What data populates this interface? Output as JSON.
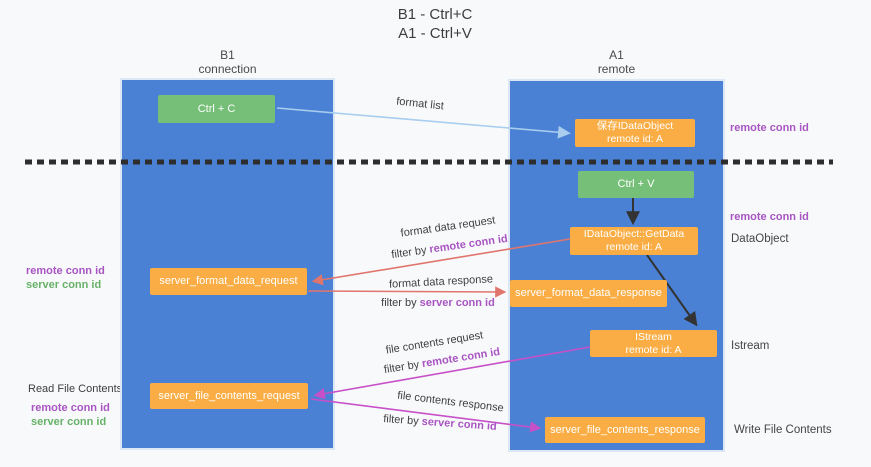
{
  "title": {
    "line1": "B1 - Ctrl+C",
    "line2": "A1 - Ctrl+V"
  },
  "columns": {
    "left": {
      "header_line1": "B1",
      "header_line2": "connection"
    },
    "right": {
      "header_line1": "A1",
      "header_line2": "remote"
    }
  },
  "boxes": {
    "ctrl_c": "Ctrl + C",
    "ctrl_v": "Ctrl + V",
    "save_dataobject": {
      "line1": "保存IDataObject",
      "line2": "remote id: A"
    },
    "getdata": {
      "line1": "IDataObject::GetData",
      "line2": "remote id: A"
    },
    "istream": {
      "line1": "IStream",
      "line2": "remote id: A"
    },
    "server_format_data_request": "server_format_data_request",
    "server_format_data_response": "server_format_data_response",
    "server_file_contents_request": "server_file_contents_request",
    "server_file_contents_response": "server_file_contents_response"
  },
  "labels": {
    "format_list": "format list",
    "format_data_request": "format data request",
    "format_data_response": "format data response",
    "file_contents_request": "file contents request",
    "file_contents_response": "file contents response",
    "filter_by": "filter by",
    "remote_conn_id": "remote conn id",
    "server_conn_id": "server conn id",
    "read_file_contents": "Read File Contents",
    "write_file_contents": "Write File Contents",
    "dataobject": "DataObject",
    "istream_side": "Istream"
  },
  "colors": {
    "column_blue": "#4a81d4",
    "box_orange": "#f9ad44",
    "box_green": "#75bf78",
    "arrow_red": "#e0756d",
    "arrow_magenta": "#c750c8",
    "arrow_lightblue": "#a8cdee",
    "arrow_black": "#333333",
    "text_purple": "#a855c2",
    "text_green": "#67b168",
    "dashed_line": "#2d2d2d"
  }
}
